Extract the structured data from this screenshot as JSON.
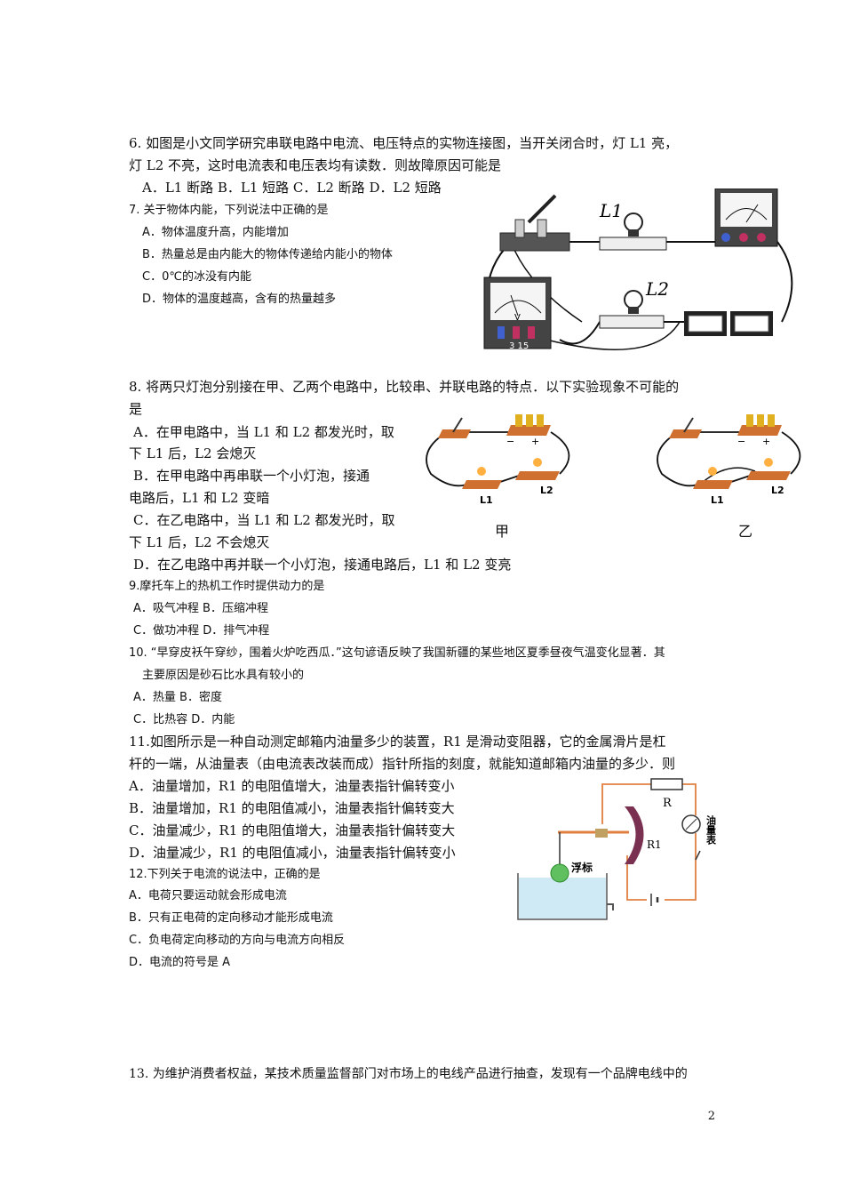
{
  "q6": {
    "stem1": "6. 如图是小文同学研究串联电路中电流、电压特点的实物连接图，当开关闭合时，灯 L1 亮，",
    "stem2": "灯 L2 不亮，这时电流表和电压表均有读数．则故障原因可能是",
    "options": "A．L1 断路 B．L1 短路 C．L2 断路 D．L2 短路",
    "fig_label_l1": "L1",
    "fig_label_l2": "L2",
    "fig_voltmeter_scale": "3  15"
  },
  "q7": {
    "stem": "7. 关于物体内能，下列说法中正确的是",
    "a": "A．物体温度升高，内能增加",
    "b": "B．热量总是由内能大的物体传递给内能小的物体",
    "c": "C．0℃的冰没有内能",
    "d": "D．物体的温度越高，含有的热量越多"
  },
  "q8": {
    "stem1": "8. 将两只灯泡分别接在甲、乙两个电路中，比较串、并联电路的特点．以下实验现象不可能的",
    "stem2": "是",
    "a1": "A．在甲电路中，当 L1 和 L2 都发光时，取",
    "a2": "下 L1 后，L2 会熄灭",
    "b1": "B．在甲电路中再串联一个小灯泡，接通",
    "b2": "电路后，L1 和 L2 变暗",
    "c1": "C．在乙电路中，当 L1 和 L2 都发光时，取",
    "c2": "下 L1 后，L2 不会熄灭",
    "d": "D．在乙电路中再并联一个小灯泡，接通电路后，L1 和 L2 变亮",
    "fig_jia": "甲",
    "fig_yi": "乙",
    "fig_l1": "L1",
    "fig_l2": "L2"
  },
  "q9": {
    "stem": "9.摩托车上的热机工作时提供动力的是",
    "ab": "A．吸气冲程 B．压缩冲程",
    "cd": "C．做功冲程 D．排气冲程"
  },
  "q10": {
    "stem1": "10. “早穿皮袄午穿纱，围着火炉吃西瓜．”这句谚语反映了我国新疆的某些地区夏季昼夜气温变化显著．其",
    "stem2": "主要原因是砂石比水具有较小的",
    "ab": "A．热量 B．密度",
    "cd": "C．比热容 D．内能"
  },
  "q11": {
    "stem1": "11.如图所示是一种自动测定邮箱内油量多少的装置，R1 是滑动变阻器，它的金属滑片是杠",
    "stem2": "杆的一端，从油量表（由电流表改装而成）指针所指的刻度，就能知道邮箱内油量的多少．则",
    "a": "A．油量增加，R1 的电阻值增大，油量表指针偏转变小",
    "b": "B．油量增加，R1 的电阻值减小，油量表指针偏转变大",
    "c": "C．油量减少，R1 的电阻值增大，油量表指针偏转变大",
    "d": "D．油量减少，R1 的电阻值减小，油量表指针偏转变小",
    "fig_r": "R",
    "fig_r1": "R1",
    "fig_float": "浮标",
    "fig_gauge": "油量表"
  },
  "q12": {
    "stem": "12.下列关于电流的说法中，正确的是",
    "a": "A．电荷只要运动就会形成电流",
    "b": "B．只有正电荷的定向移动才能形成电流",
    "c": "C．负电荷定向移动的方向与电流方向相反",
    "d": "D．电流的符号是 A"
  },
  "q13": {
    "stem": "13. 为维护消费者权益，某技术质量监督部门对市场上的电线产品进行抽查，发现有一个品牌电线中的"
  },
  "page_number": "2"
}
